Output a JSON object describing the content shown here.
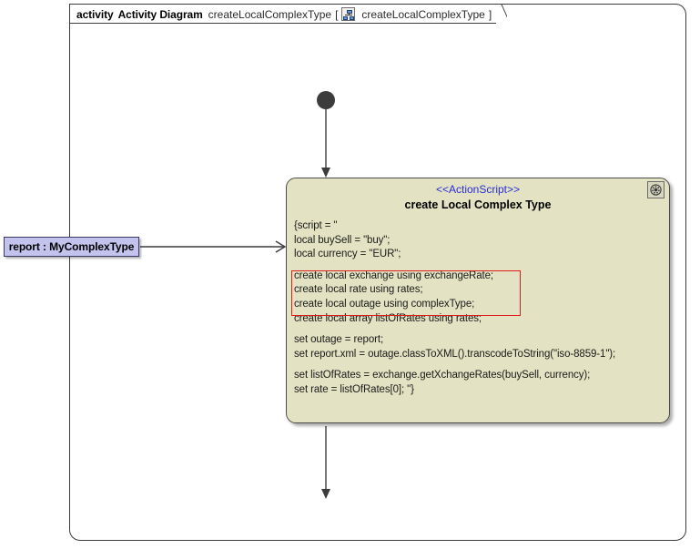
{
  "frame": {
    "keyword": "activity",
    "type_label": "Activity Diagram",
    "name": "createLocalComplexType",
    "bracket_open": "[",
    "bracket_close": "]",
    "qualifier": "createLocalComplexType",
    "icon": "activity-diagram-icon",
    "border_color": "#3b3b3b"
  },
  "object_node": {
    "label": "report : MyComplexType",
    "fill_color": "#c3c3ed",
    "border_color": "#3a3a6a"
  },
  "action_node": {
    "stereotype": "<<ActionScript>>",
    "stereotype_color": "#2a2ad8",
    "title": "create Local Complex Type",
    "fill_color": "#e3e3c3",
    "border_color": "#4c4c4c",
    "gear_icon": "gear-icon",
    "script_lines": [
      "{script = \"",
      "local buySell = \"buy\";",
      "local currency = \"EUR\";",
      "",
      "create local exchange using exchangeRate;",
      "create local rate using rates;",
      "create local outage using complexType;",
      "create local array listOfRates using rates;",
      "",
      "set outage = report;",
      "set report.xml = outage.classToXML().transcodeToString(\"iso-8859-1\");",
      "",
      "set listOfRates = exchange.getXchangeRates(buySell, currency);",
      "set rate = listOfRates[0]; \"}"
    ],
    "highlight": {
      "color": "#e01b1b",
      "lines": [
        "create local exchange using exchangeRate;",
        "create local rate using rates;",
        "create local outage using complexType;"
      ]
    }
  },
  "nodes": {
    "initial_node_label": "initial-node",
    "final_node_label": "activity-final-node",
    "node_color": "#3c3c3c"
  },
  "edges": [
    {
      "name": "initial-to-action",
      "from": "initial-node",
      "to": "action-node"
    },
    {
      "name": "object-to-action",
      "from": "object-node",
      "to": "action-node"
    },
    {
      "name": "action-to-final",
      "from": "action-node",
      "to": "final-node"
    }
  ]
}
